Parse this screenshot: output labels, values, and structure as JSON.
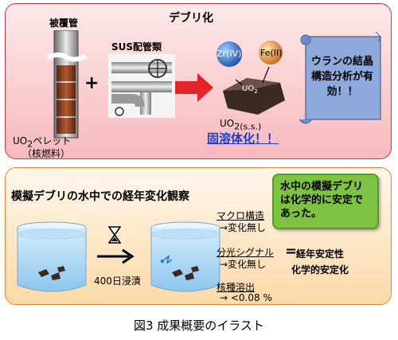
{
  "top": {
    "title": "デブリ化",
    "cladding_label": "被覆管",
    "sus_label": "SUS配管類",
    "pellet_label_line1": "UO",
    "pellet_label_sub": "2",
    "pellet_label_suffix": "ペレット",
    "pellet_label_line2": "（核燃料）",
    "plus": "+",
    "zr_label": "Zr(IV)",
    "fe_label": "Fe(II)",
    "uo2_label": "UO",
    "uo2_sub": "2",
    "uo2ss_label": "UO",
    "uo2ss_sub": "2(s.s.)",
    "solid_solution": "固溶体化！！",
    "scroll_text": "ウランの結晶構造分析が有効！！"
  },
  "bottom": {
    "title": "模擬デブリの水中での経年変化観察",
    "green_box": "水中の模擬デブリは化学的に安定であった。",
    "immersion": "400日浸漬",
    "macro_title": "マクロ構造",
    "macro_result": "→変化無し",
    "spectro_title": "分光シグナル",
    "spectro_result": "→変化無し",
    "nuclide_title": "核種溶出",
    "nuclide_result": "→ <0.08 %",
    "equals": "=",
    "stability_1": "経年安定性",
    "stability_2": "化学的安定化"
  },
  "caption": "図3 成果概要のイラスト",
  "colors": {
    "top_panel_border": "#c23b3b",
    "bottom_panel_border": "#e08a2b",
    "green_box": "#7dc242",
    "arrow_red": "#e5232a",
    "solid_solution_text": "#1f3ec9",
    "scroll_fill": "#8ea9db"
  }
}
